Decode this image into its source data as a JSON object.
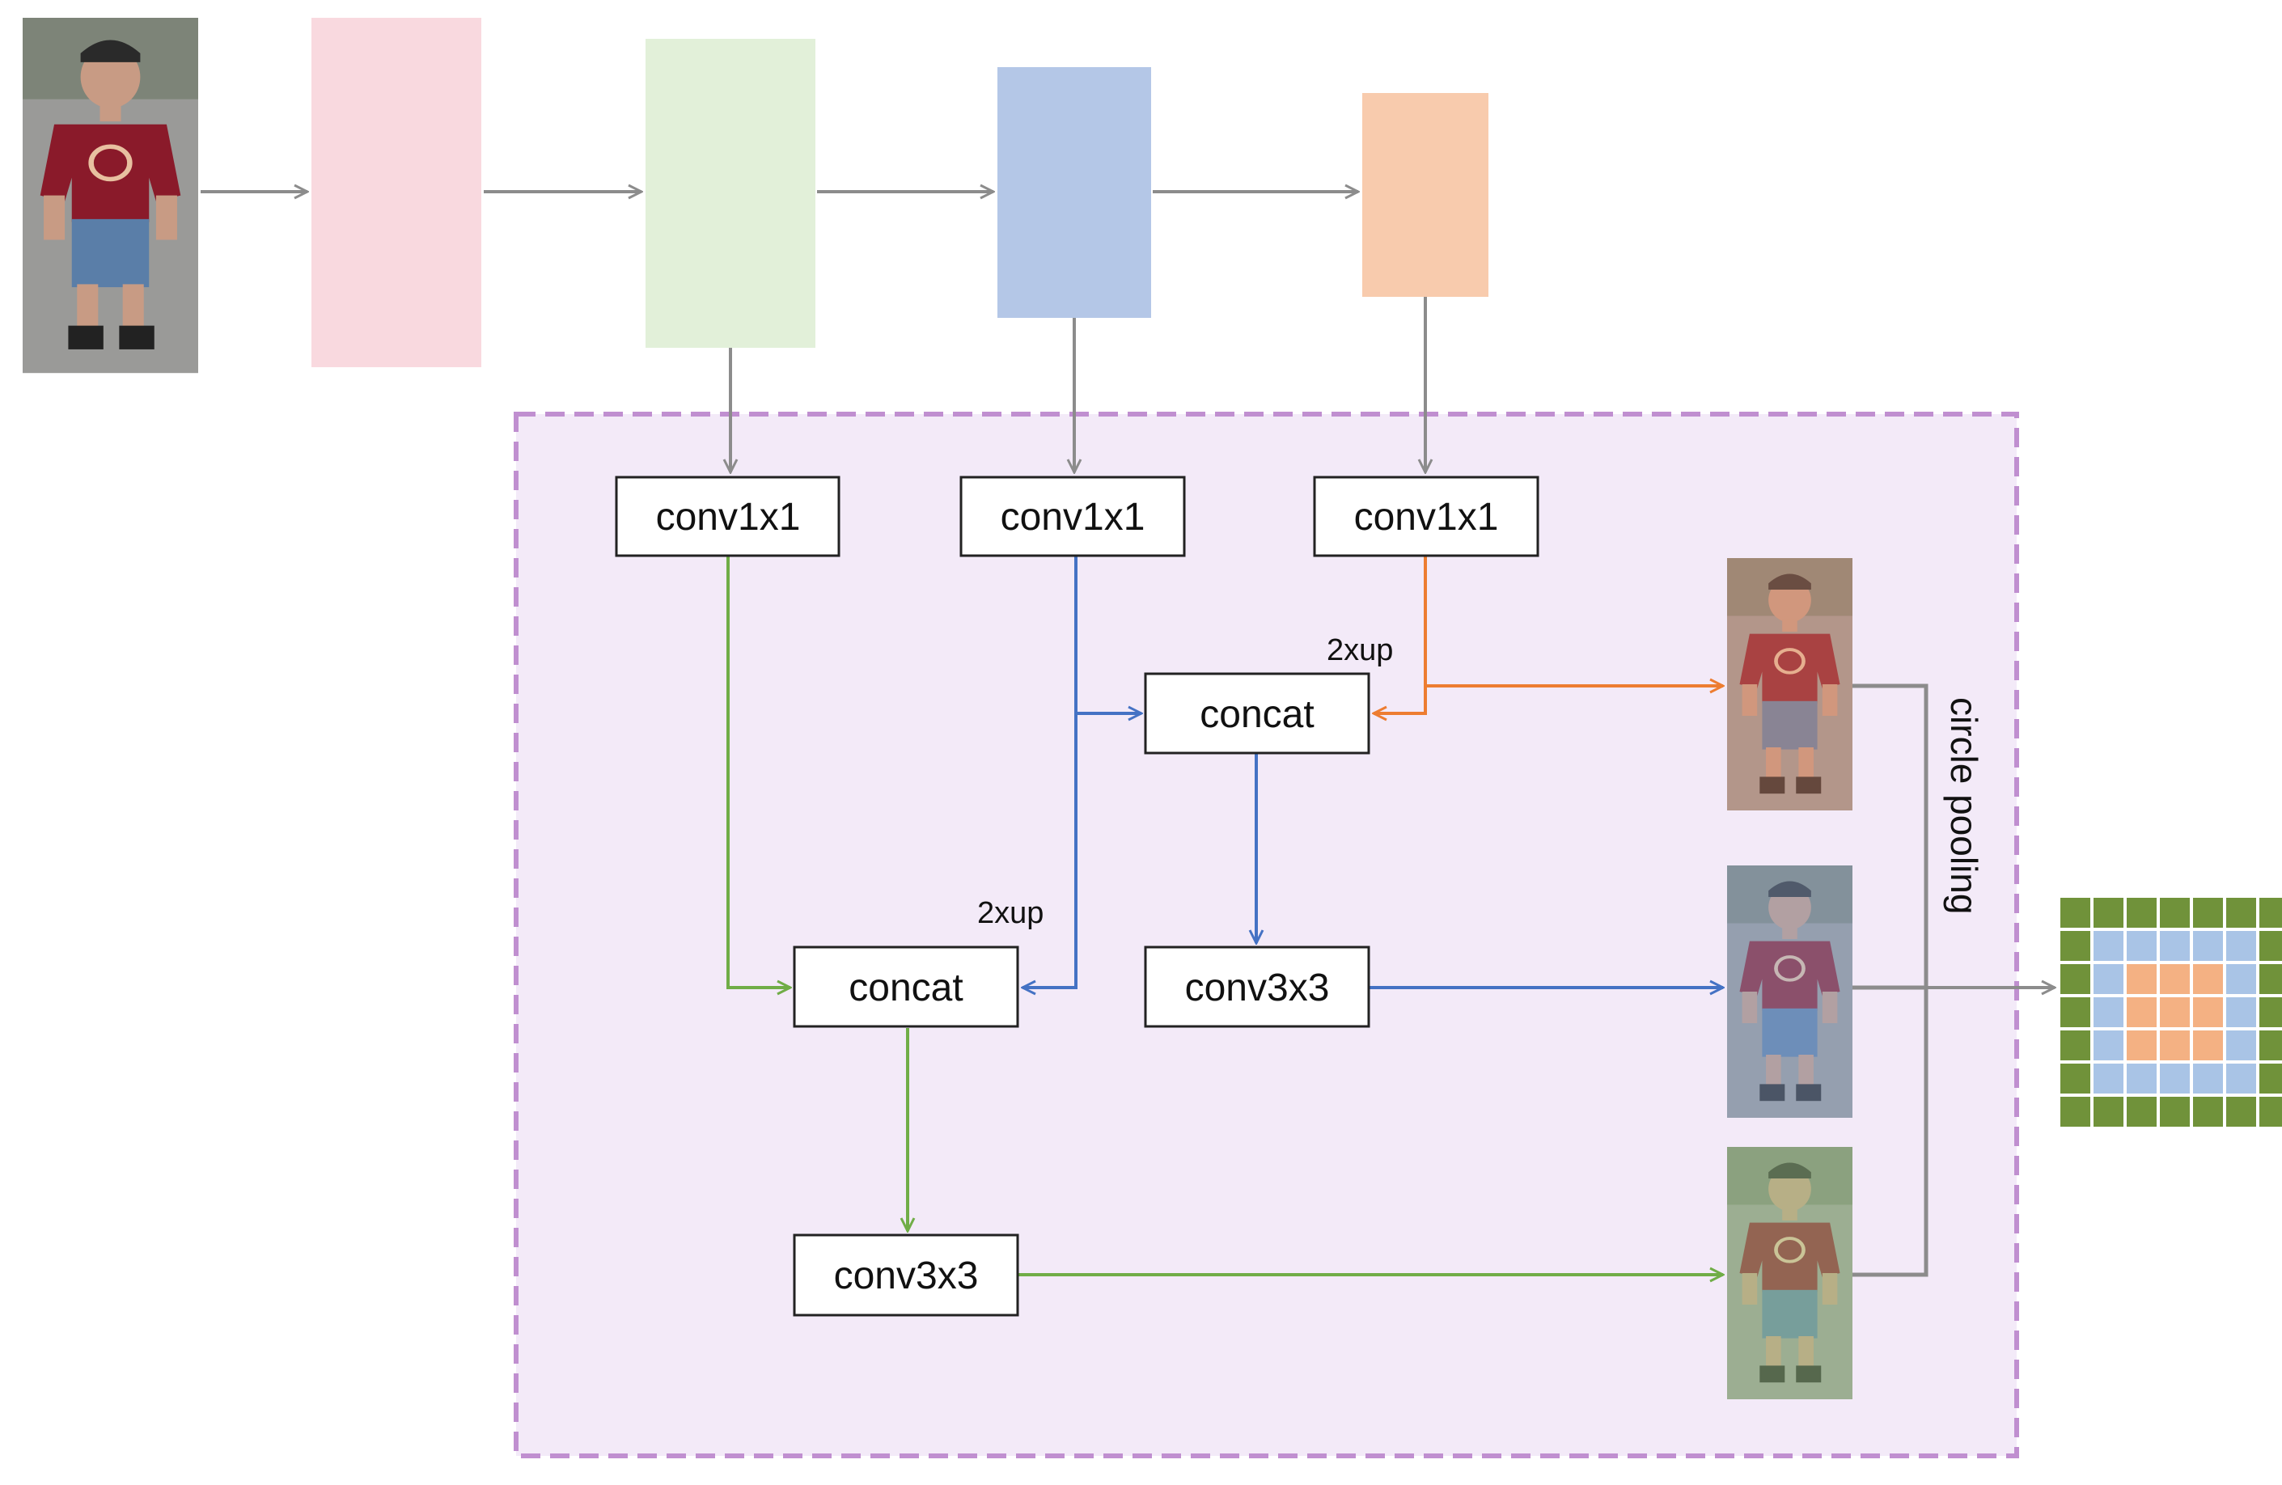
{
  "boxes": {
    "conv1x1_a": "conv1x1",
    "conv1x1_b": "conv1x1",
    "conv1x1_c": "conv1x1",
    "concat_top": "concat",
    "concat_bottom": "concat",
    "conv3x3_mid": "conv3x3",
    "conv3x3_bottom": "conv3x3"
  },
  "labels": {
    "up_top": "2xup",
    "up_mid": "2xup",
    "circle_pooling": "circle pooling"
  },
  "colors": {
    "stage1": "#f9d9df",
    "stage2": "#e2f0d9",
    "stage3": "#b4c7e7",
    "stage4": "#f8cbad",
    "fpn_background": "#f3eaf8",
    "fpn_border": "#c08fd0",
    "gray_arrow": "#8c8c8c",
    "green_arrow": "#70ad47",
    "blue_arrow": "#4472c4",
    "orange_arrow": "#ed7d31",
    "grid_green": "#70923a",
    "grid_blue": "#a9c4e6",
    "grid_orange": "#f4b183"
  },
  "icons": {
    "input": "pedestrian-photo",
    "output_top": "pedestrian-photo-red-tint",
    "output_mid": "pedestrian-photo-blue-tint",
    "output_bottom": "pedestrian-photo-green-tint",
    "pooled": "feature-grid"
  }
}
